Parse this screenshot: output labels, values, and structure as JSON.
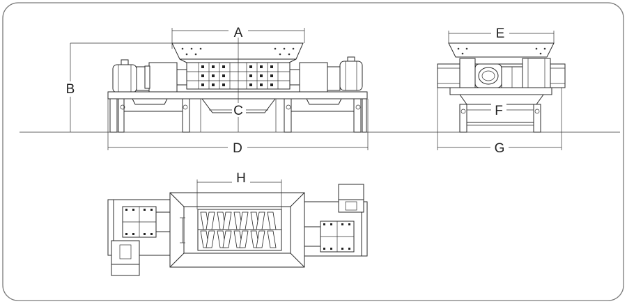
{
  "labels": {
    "A": "A",
    "B": "B",
    "C": "C",
    "D": "D",
    "E": "E",
    "F": "F",
    "G": "G",
    "H": "H"
  },
  "colors": {
    "line": "#2a2a2a",
    "border": "#7a7a7a",
    "background": "#ffffff"
  }
}
